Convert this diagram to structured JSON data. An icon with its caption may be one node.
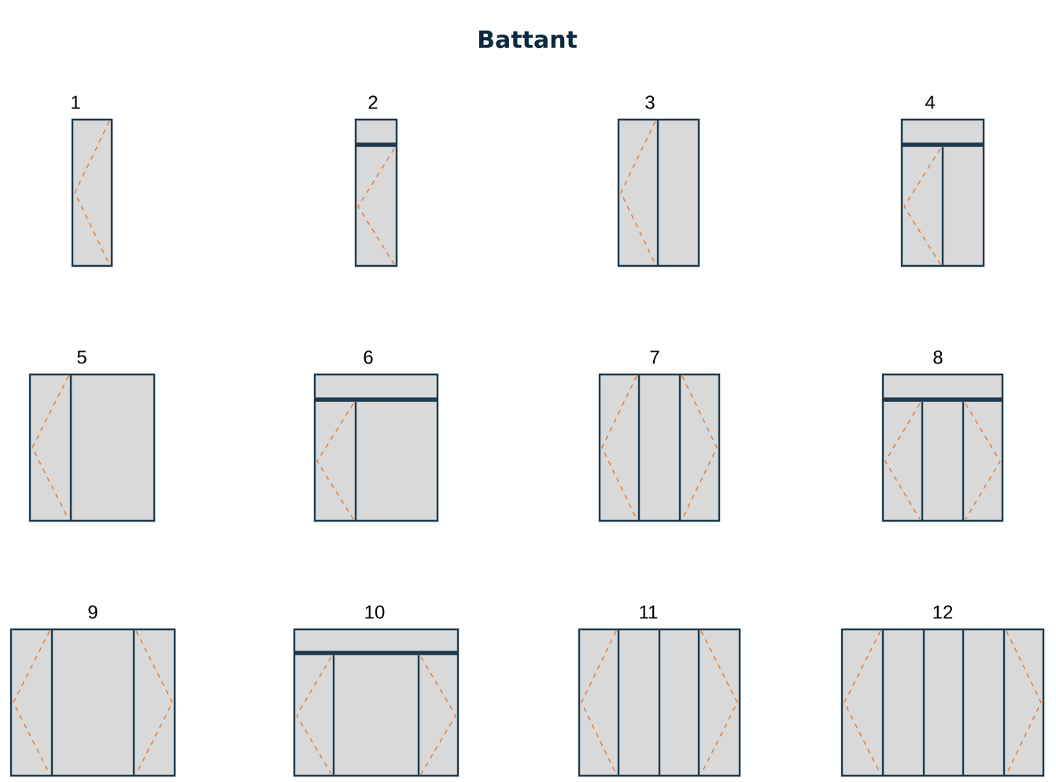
{
  "diagram": {
    "title": "Battant",
    "nodes": [
      {
        "text": [
          "1"
        ]
      },
      {
        "text": [
          "2"
        ]
      },
      {
        "text": [
          "3"
        ]
      },
      {
        "text": [
          "4"
        ]
      },
      {
        "text": [
          "5"
        ]
      },
      {
        "text": [
          "6"
        ]
      },
      {
        "text": [
          "7"
        ]
      },
      {
        "text": [
          "8"
        ]
      },
      {
        "text": [
          "9"
        ]
      },
      {
        "text": [
          "10"
        ]
      },
      {
        "text": [
          "11"
        ]
      },
      {
        "text": [
          "12"
        ]
      }
    ]
  }
}
